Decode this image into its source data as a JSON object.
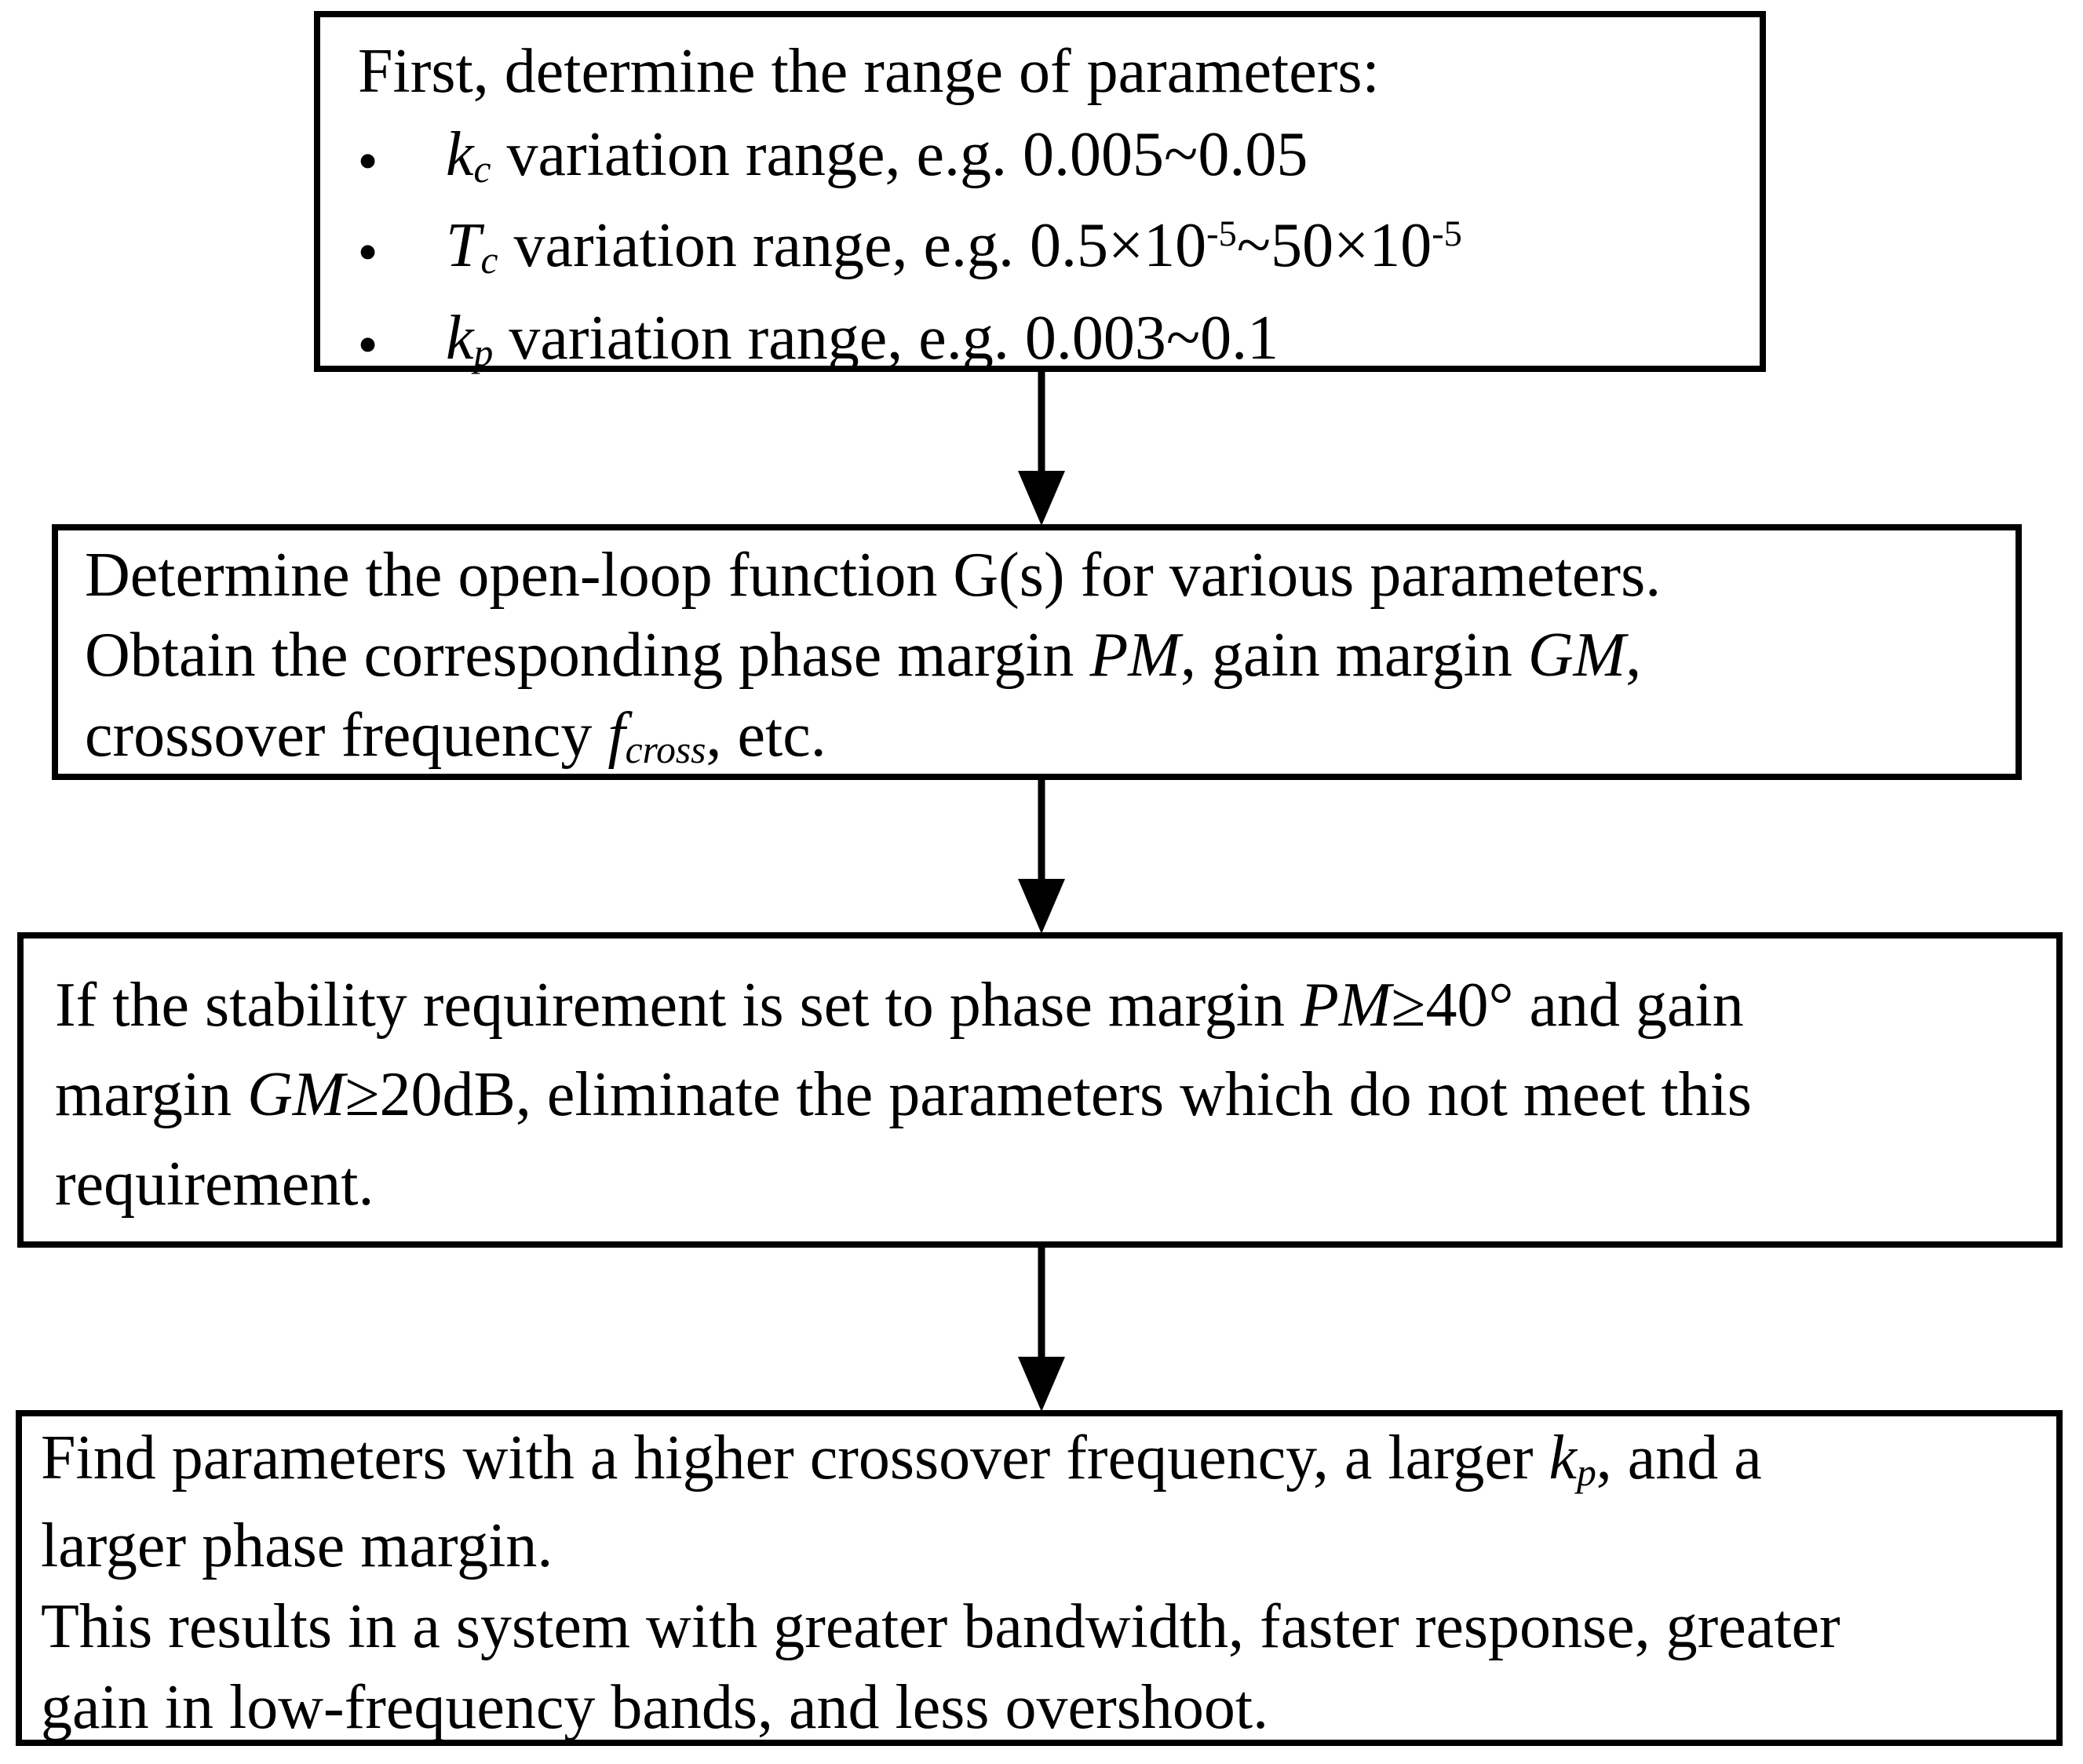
{
  "diagram": {
    "type": "flowchart",
    "direction": "top-down",
    "colors": {
      "background": "#ffffff",
      "border": "#000000",
      "text": "#000000",
      "arrow": "#000000"
    },
    "bullet_glyph": "●",
    "boxes": [
      {
        "id": "step-1",
        "lines": [
          {
            "bullet": false,
            "rich": [
              {
                "t": "First, determine the range of parameters:"
              }
            ]
          },
          {
            "bullet": true,
            "rich": [
              {
                "t": "k",
                "s": "i"
              },
              {
                "t": "c",
                "s": "isub"
              },
              {
                "t": " variation range, e.g. 0.005~0.05"
              }
            ]
          },
          {
            "bullet": true,
            "rich": [
              {
                "t": "T",
                "s": "i"
              },
              {
                "t": "c",
                "s": "isub"
              },
              {
                "t": " variation range, e.g. 0.5×10"
              },
              {
                "t": "-5",
                "s": "sup"
              },
              {
                "t": "~50×10"
              },
              {
                "t": "-5",
                "s": "sup"
              }
            ]
          },
          {
            "bullet": true,
            "rich": [
              {
                "t": "k",
                "s": "i"
              },
              {
                "t": "p",
                "s": "isub"
              },
              {
                "t": " variation range, e.g. 0.003~0.1"
              }
            ]
          }
        ]
      },
      {
        "id": "step-2",
        "lines": [
          {
            "bullet": false,
            "rich": [
              {
                "t": "Determine the open-loop function G(s) for various parameters."
              }
            ]
          },
          {
            "bullet": false,
            "rich": [
              {
                "t": "Obtain the corresponding phase margin "
              },
              {
                "t": "PM",
                "s": "i"
              },
              {
                "t": ", gain margin "
              },
              {
                "t": "GM",
                "s": "i"
              },
              {
                "t": ","
              }
            ]
          },
          {
            "bullet": false,
            "rich": [
              {
                "t": "crossover frequency "
              },
              {
                "t": "f",
                "s": "i"
              },
              {
                "t": "cross",
                "s": "isub"
              },
              {
                "t": ", etc."
              }
            ]
          }
        ]
      },
      {
        "id": "step-3",
        "lines": [
          {
            "bullet": false,
            "rich": [
              {
                "t": "If the stability requirement is set to phase margin "
              },
              {
                "t": "PM",
                "s": "i"
              },
              {
                "t": "≥40° and gain"
              }
            ]
          },
          {
            "bullet": false,
            "rich": [
              {
                "t": "margin "
              },
              {
                "t": "GM",
                "s": "i"
              },
              {
                "t": "≥20dB, eliminate the parameters which do not meet this"
              }
            ]
          },
          {
            "bullet": false,
            "rich": [
              {
                "t": "requirement."
              }
            ]
          }
        ]
      },
      {
        "id": "step-4",
        "lines": [
          {
            "bullet": false,
            "rich": [
              {
                "t": "Find parameters with a higher crossover frequency, a larger "
              },
              {
                "t": "k",
                "s": "i"
              },
              {
                "t": "p",
                "s": "isub"
              },
              {
                "t": ", and a"
              }
            ]
          },
          {
            "bullet": false,
            "rich": [
              {
                "t": "larger phase margin."
              }
            ]
          },
          {
            "bullet": false,
            "rich": [
              {
                "t": "This results in a system with greater bandwidth, faster response, greater"
              }
            ]
          },
          {
            "bullet": false,
            "rich": [
              {
                "t": "gain in low-frequency bands, and less overshoot."
              }
            ]
          }
        ]
      }
    ],
    "arrows": [
      {
        "from": "step-1",
        "to": "step-2",
        "direction": "down"
      },
      {
        "from": "step-2",
        "to": "step-3",
        "direction": "down"
      },
      {
        "from": "step-3",
        "to": "step-4",
        "direction": "down"
      }
    ]
  }
}
